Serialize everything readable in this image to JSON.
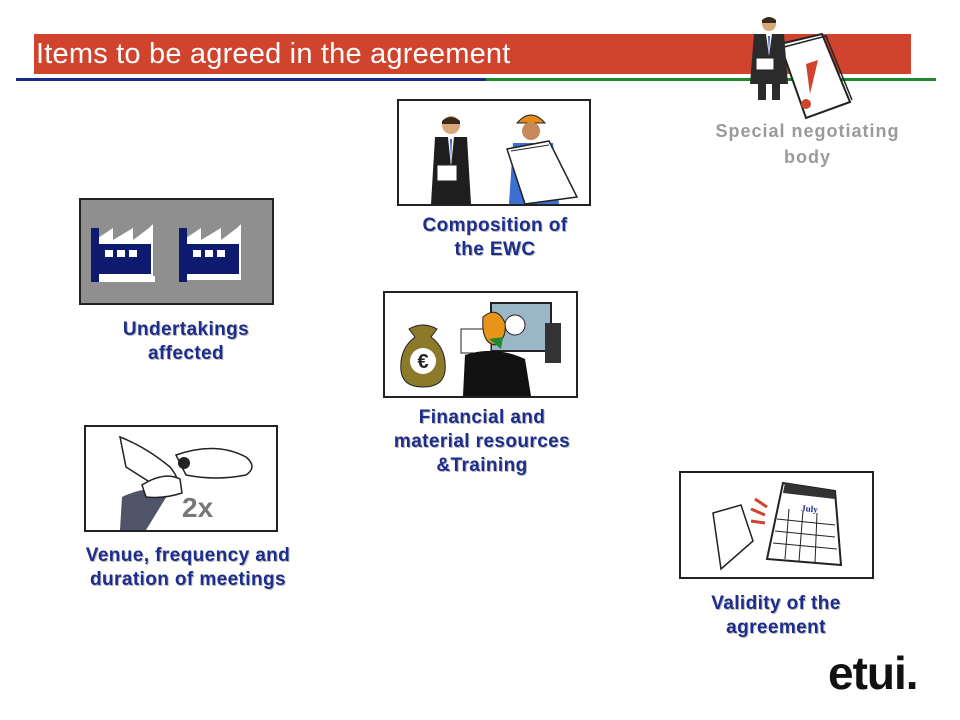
{
  "header": {
    "title": "Items to be agreed in the agreement"
  },
  "items": {
    "special_body": "Special negotiating body",
    "composition": "Composition of the EWC",
    "undertakings": "Undertakings affected",
    "financial": "Financial and material resources &Training",
    "venue": "Venue, frequency and duration of meetings",
    "validity": "Validity of the agreement"
  },
  "overlays": {
    "times": "2x",
    "calendar_month": "July"
  },
  "logo": {
    "text": "etui."
  },
  "colors": {
    "title_bar": "#d0432d",
    "label_blue": "#1c2d8c",
    "rule_blue": "#1b2a8a",
    "rule_green": "#1f8a2c"
  },
  "icons": [
    "businessman-icon",
    "warning-document-icon",
    "factory-icon",
    "worker-icon",
    "money-bag-icon",
    "office-worker-icon",
    "wristwatch-icon",
    "calendar-icon"
  ]
}
